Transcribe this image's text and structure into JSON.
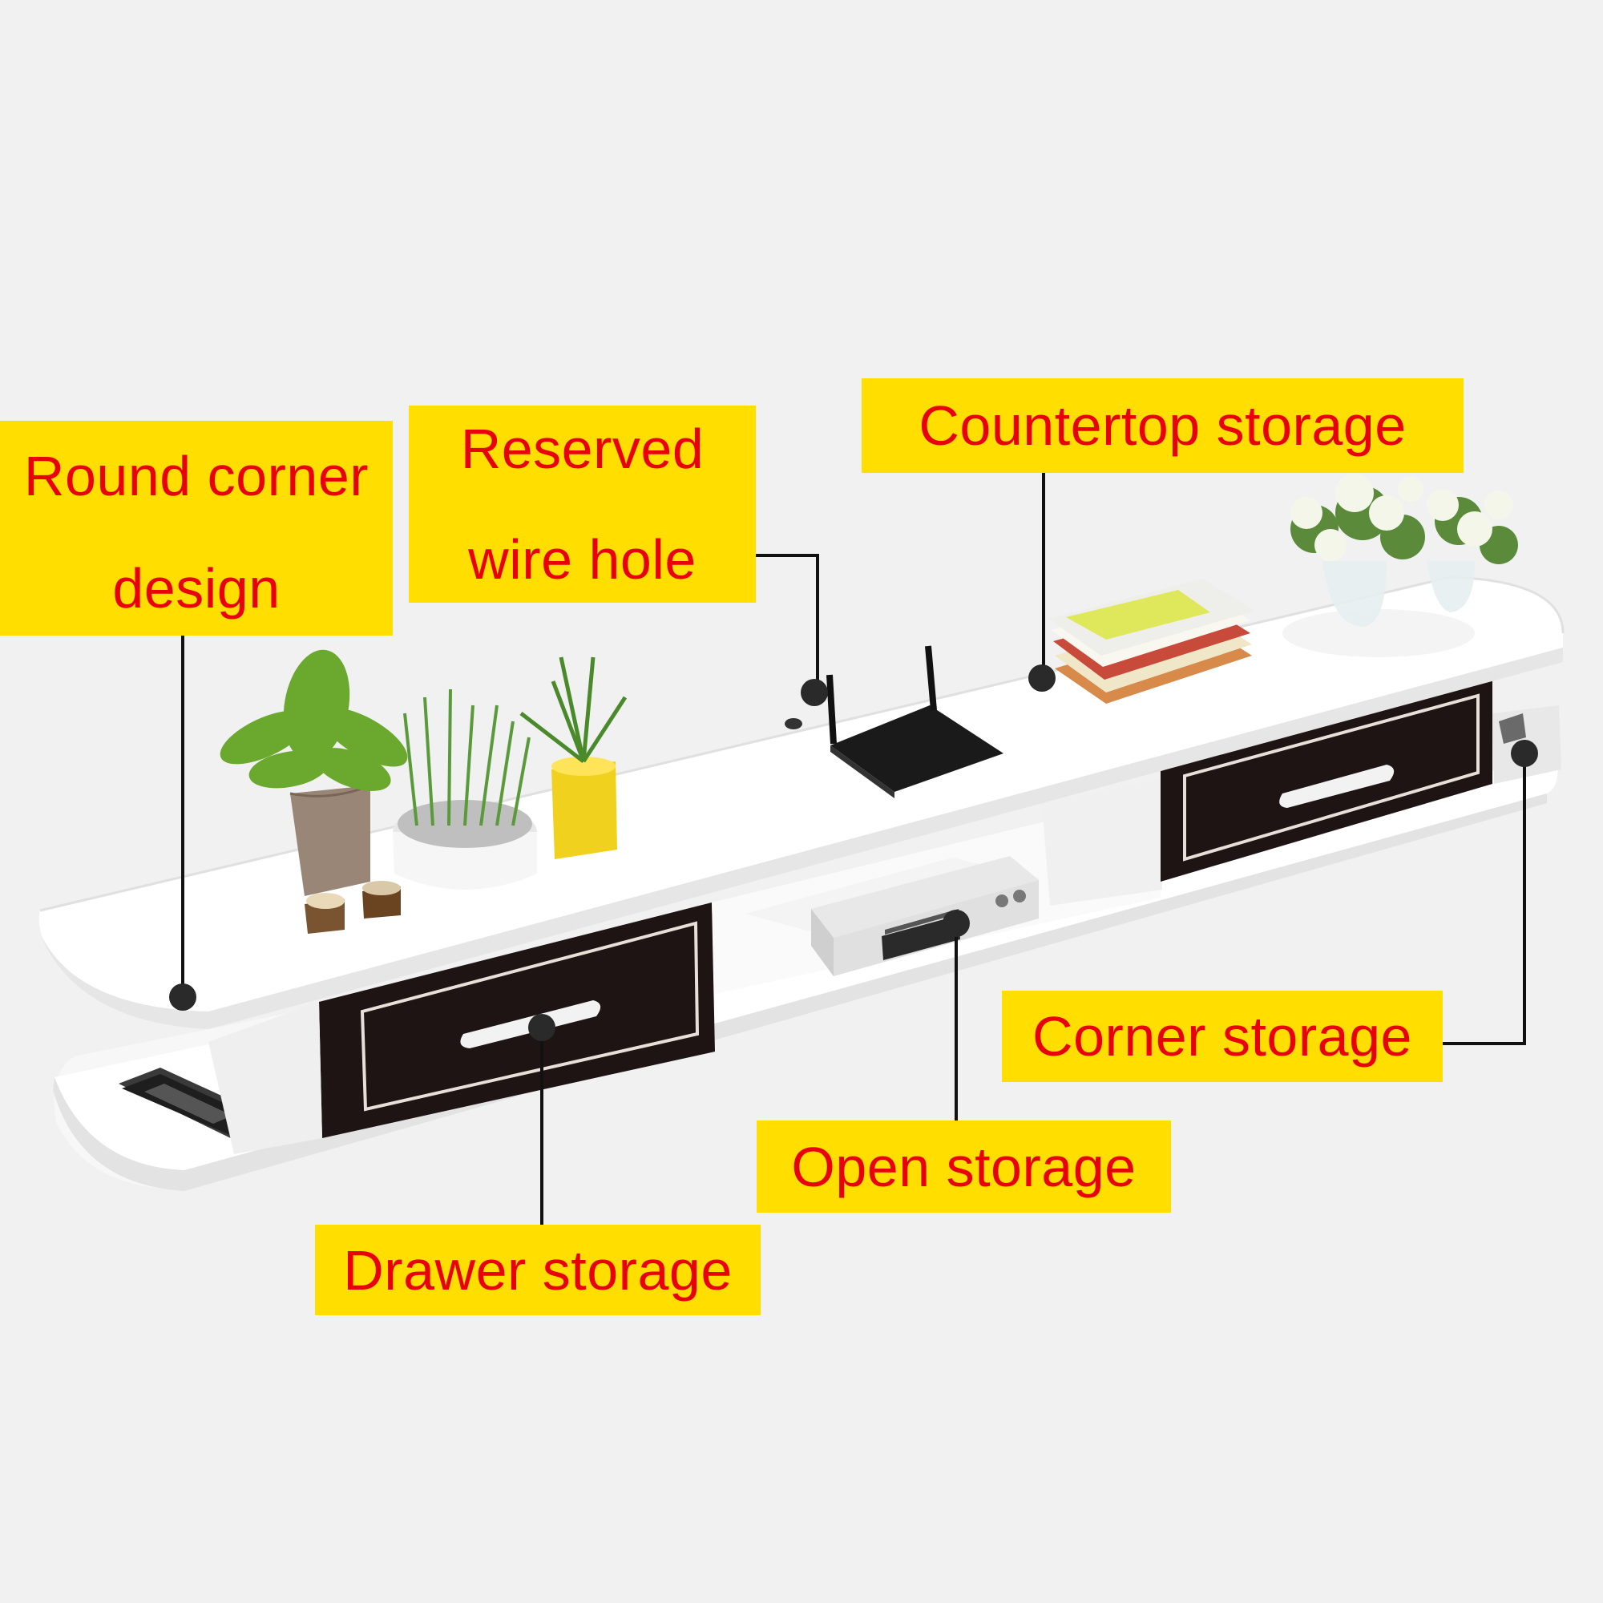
{
  "callouts": {
    "round_corner": {
      "line1": "Round corner",
      "line2": "design"
    },
    "reserved_wire": {
      "line1": "Reserved",
      "line2": "wire hole"
    },
    "countertop": {
      "label": "Countertop storage"
    },
    "corner": {
      "label": "Corner storage"
    },
    "open": {
      "label": "Open storage"
    },
    "drawer": {
      "label": "Drawer storage"
    }
  },
  "colors": {
    "callout_bg": "#ffde00",
    "callout_text": "#e8000b",
    "background": "#f1f1f1",
    "shelf": "#ffffff",
    "drawer": "#1e1414"
  }
}
